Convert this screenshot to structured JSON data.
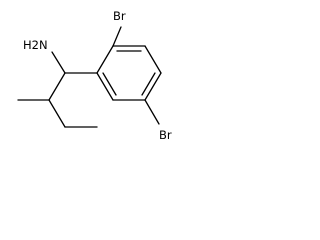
{
  "structure": {
    "labels": {
      "amine": "H2N",
      "bromine_top": "Br",
      "bromine_bottom": "Br"
    }
  }
}
